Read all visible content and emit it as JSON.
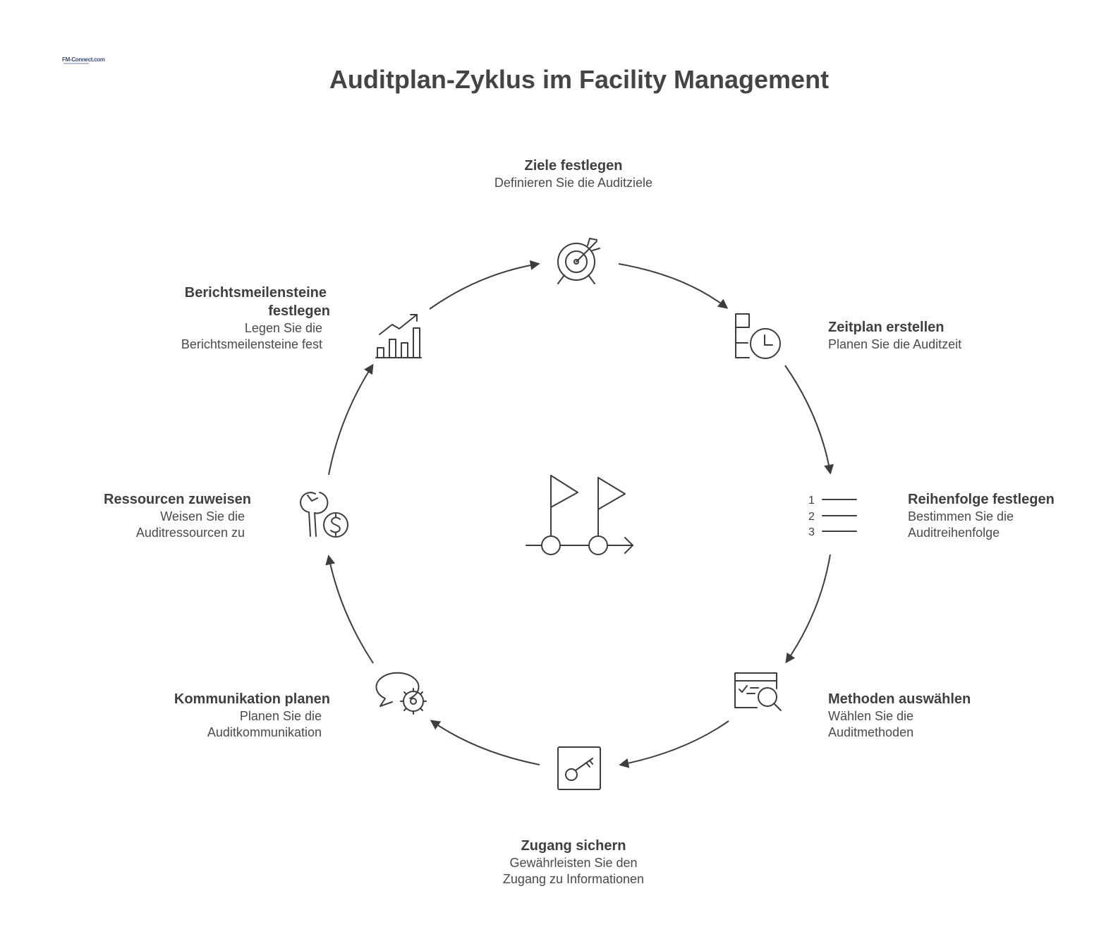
{
  "title": "Auditplan-Zyklus im Facility Management",
  "logo": {
    "text": "FM-Connect.com"
  },
  "center_icon": "milestone-flags-icon",
  "steps": [
    {
      "id": "ziele",
      "title": "Ziele festlegen",
      "desc": [
        "Definieren Sie die Auditziele"
      ],
      "icon": "target-icon"
    },
    {
      "id": "zeitplan",
      "title": "Zeitplan erstellen",
      "desc": [
        "Planen Sie die Auditzeit"
      ],
      "icon": "schedule-clock-icon"
    },
    {
      "id": "reihenfolge",
      "title": "Reihenfolge festlegen",
      "desc": [
        "Bestimmen Sie die",
        "Auditreihenfolge"
      ],
      "icon": "numbered-list-icon",
      "list_numbers": [
        "1",
        "2",
        "3"
      ]
    },
    {
      "id": "methoden",
      "title": "Methoden auswählen",
      "desc": [
        "Wählen Sie die",
        "Auditmethoden"
      ],
      "icon": "search-window-icon"
    },
    {
      "id": "zugang",
      "title": "Zugang sichern",
      "desc": [
        "Gewährleisten Sie den",
        "Zugang zu Informationen"
      ],
      "icon": "key-icon"
    },
    {
      "id": "kommunikation",
      "title": "Kommunikation planen",
      "desc": [
        "Planen Sie die",
        "Auditkommunikation"
      ],
      "icon": "chat-gear-icon"
    },
    {
      "id": "ressourcen",
      "title": "Ressourcen zuweisen",
      "desc": [
        "Weisen Sie die",
        "Auditressourcen zu"
      ],
      "icon": "wrench-dollar-icon"
    },
    {
      "id": "berichte",
      "title": [
        "Berichtsmeilensteine",
        "festlegen"
      ],
      "desc": [
        "Legen Sie die",
        "Berichtsmeilensteine fest"
      ],
      "icon": "bar-chart-trend-icon"
    }
  ],
  "colors": {
    "ink": "#3d3d3d",
    "background": "#ffffff"
  }
}
